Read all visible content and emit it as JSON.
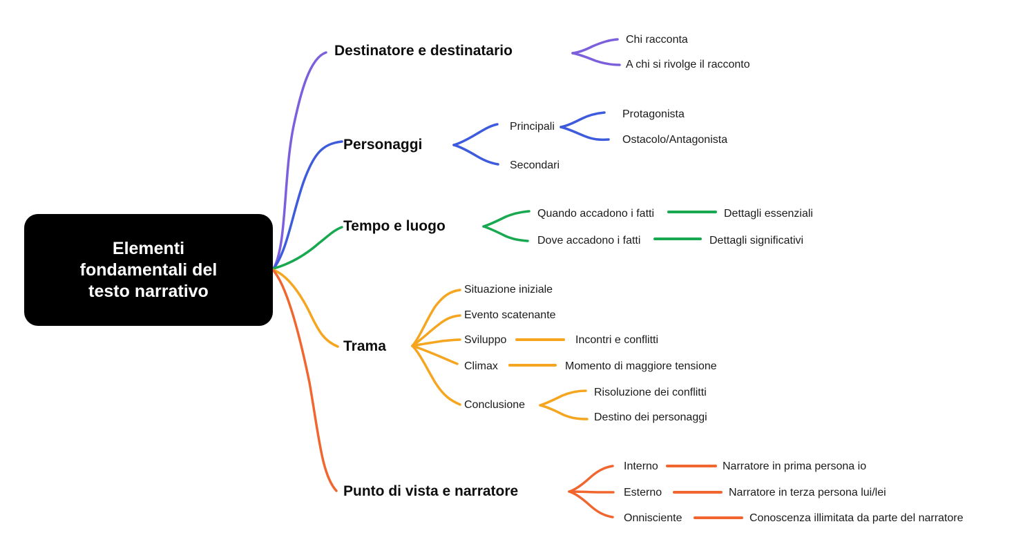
{
  "colors": {
    "purple": "#7B5FDC",
    "blue": "#3D5BDC",
    "green": "#17A850",
    "amber": "#F5A51F",
    "orange": "#F0662E",
    "root_bg": "#000000",
    "root_text": "#FFFFFF"
  },
  "root": {
    "title": "Elementi fondamentali del testo narrativo"
  },
  "branches": [
    {
      "label": "Destinatore e destinatario",
      "color": "#7B5FDC",
      "children": [
        {
          "label": "Chi racconta"
        },
        {
          "label": "A chi si rivolge il racconto"
        }
      ]
    },
    {
      "label": "Personaggi",
      "color": "#3D5BDC",
      "children": [
        {
          "label": "Principali",
          "children": [
            {
              "label": "Protagonista"
            },
            {
              "label": "Ostacolo/Antagonista"
            }
          ]
        },
        {
          "label": "Secondari"
        }
      ]
    },
    {
      "label": "Tempo e luogo",
      "color": "#17A850",
      "children": [
        {
          "label": "Quando accadono i fatti",
          "children": [
            {
              "label": "Dettagli essenziali"
            }
          ]
        },
        {
          "label": "Dove accadono i fatti",
          "children": [
            {
              "label": "Dettagli significativi"
            }
          ]
        }
      ]
    },
    {
      "label": "Trama",
      "color": "#F5A51F",
      "children": [
        {
          "label": "Situazione iniziale"
        },
        {
          "label": "Evento scatenante"
        },
        {
          "label": "Sviluppo",
          "children": [
            {
              "label": "Incontri e conflitti"
            }
          ]
        },
        {
          "label": "Climax",
          "children": [
            {
              "label": "Momento di maggiore tensione"
            }
          ]
        },
        {
          "label": "Conclusione",
          "children": [
            {
              "label": "Risoluzione dei conflitti"
            },
            {
              "label": "Destino dei personaggi"
            }
          ]
        }
      ]
    },
    {
      "label": "Punto di vista e narratore",
      "color": "#F0662E",
      "children": [
        {
          "label": "Interno",
          "children": [
            {
              "label": "Narratore in prima persona io"
            }
          ]
        },
        {
          "label": "Esterno",
          "children": [
            {
              "label": "Narratore in terza persona lui/lei"
            }
          ]
        },
        {
          "label": "Onnisciente",
          "children": [
            {
              "label": "Conoscenza illimitata da parte del narratore"
            }
          ]
        }
      ]
    }
  ]
}
